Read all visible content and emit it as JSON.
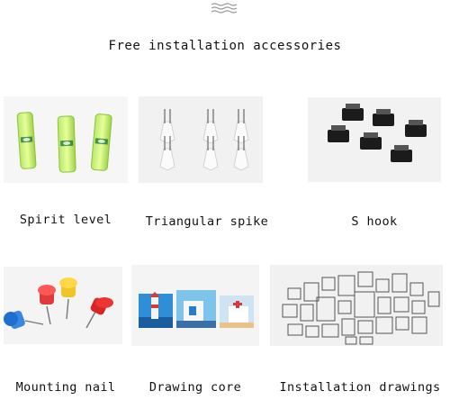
{
  "header": {
    "title": "Free installation accessories",
    "icon": "wave-icon"
  },
  "items": [
    {
      "label": "Spirit level",
      "icon": "spirit-level-image"
    },
    {
      "label": "Triangular spike",
      "icon": "triangular-spike-image"
    },
    {
      "label": "S hook",
      "icon": "s-hook-image"
    },
    {
      "label": "Mounting nail",
      "icon": "push-pin-image"
    },
    {
      "label": "Drawing core",
      "icon": "drawing-core-image"
    },
    {
      "label": "Installation drawings",
      "icon": "installation-drawings-image"
    }
  ]
}
